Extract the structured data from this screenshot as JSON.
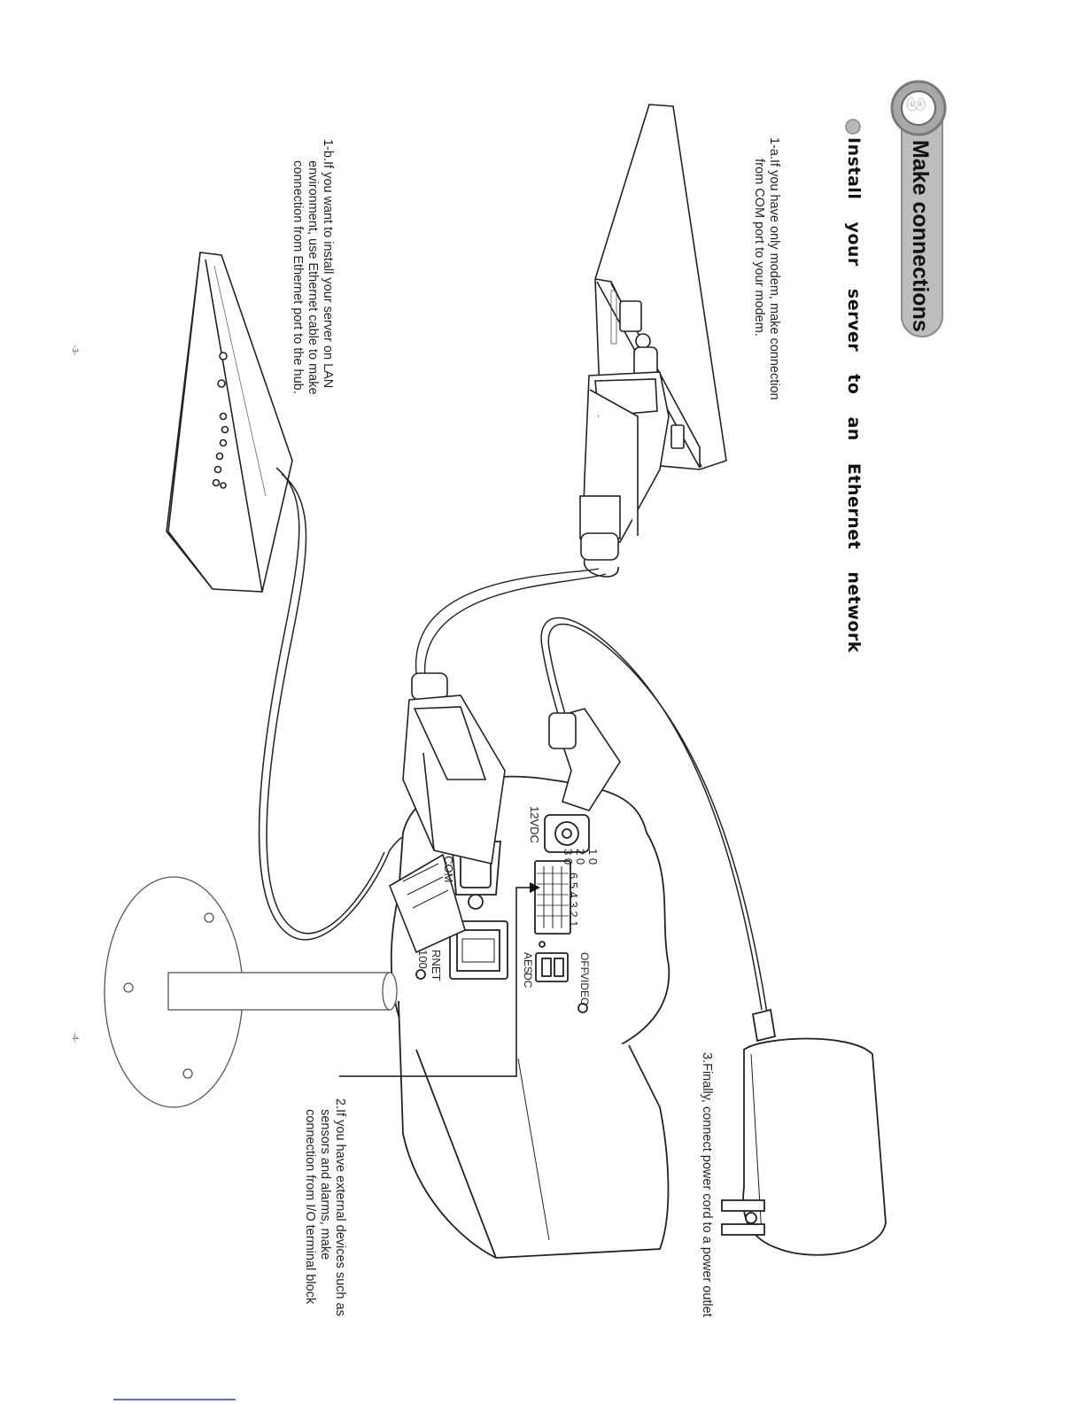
{
  "header": {
    "step_number": "3",
    "title": "Make connections",
    "subtitle": "Install your server to an Ethernet network"
  },
  "instructions": {
    "step_1a": "1-a.If you have only modem, make connection\n      from COM port to your modem.",
    "step_1b": "1-b.If you want to install your server on LAN\n      environment, use Ethernet cable to make\n      connection from Ethernet port to the hub.",
    "step_2": "2.If you have external devices such as\n   sensors and alarms, make\n   connection from I/O terminal block",
    "step_3": "3.Finally, connect power cord to a power outlet"
  },
  "device_labels": {
    "dc_input": "12VDC",
    "com_port": "COM",
    "ethernet_port": "RNET\n100",
    "io_pins_top": "1 0\n2 0\n3 0",
    "io_pins_row": "6 5 4 3 2 1",
    "switch_off": "OFF",
    "switch_video": "VIDEO",
    "switch_aes": "AES",
    "switch_dc": "DC"
  },
  "page_numbers": {
    "left": "-3-",
    "right": "-4-"
  },
  "icons": {
    "step_badge": "numbered-circle-badge",
    "bullet": "gray-dot-bullet"
  },
  "colors": {
    "badge_gray": "#9a9a9a",
    "line_art": "#222222",
    "underline_blue": "#2a3bd6"
  }
}
